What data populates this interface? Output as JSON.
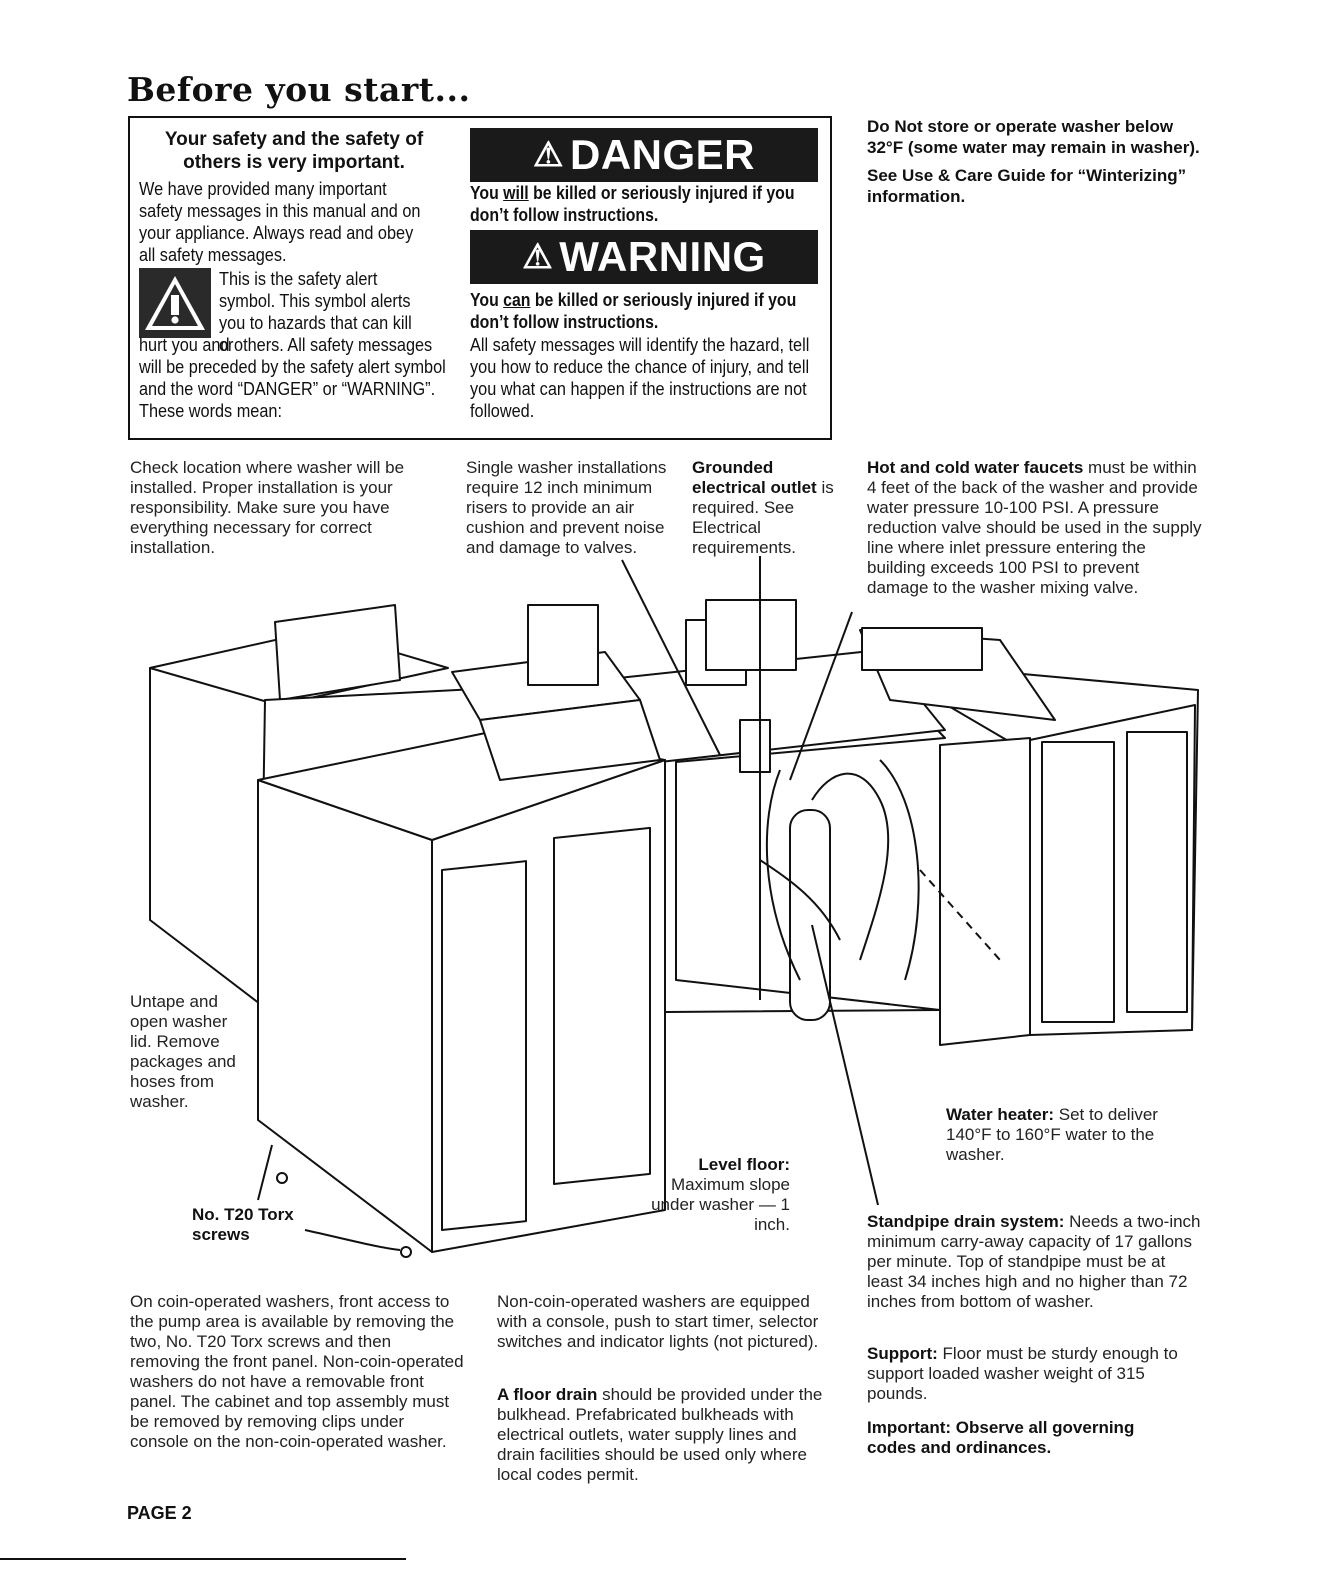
{
  "title": "Before you start...",
  "safety_box": {
    "heading": "Your safety and the safety of others is very important.",
    "intro": "We have provided many important safety messages in this manual and on your appliance. Always read and obey all safety messages.",
    "symbol_text": "This is the safety alert symbol. This symbol alerts you to hazards that can kill or",
    "symbol_text_cont": "hurt you and others. All safety messages will be preceded by the safety alert symbol and the word “DANGER” or “WARNING”. These words mean:",
    "danger_label": "DANGER",
    "danger_text_pre": "You ",
    "danger_text_key": "will",
    "danger_text_post": " be killed or seriously injured if you don’t follow instructions.",
    "warning_label": "WARNING",
    "warning_text_pre": "You ",
    "warning_text_key": "can",
    "warning_text_post": " be killed or seriously injured if you don’t follow instructions.",
    "all_messages": "All safety messages will identify the hazard, tell you how to reduce the chance of injury, and tell you what can happen if the instructions are not followed."
  },
  "right_top": {
    "p1": "Do Not store or operate washer below 32°F (some water may remain in washer).",
    "p2": "See Use & Care Guide for “Winterizing” information."
  },
  "callouts": {
    "check_location": "Check location where washer will be installed. Proper installation is your responsibility. Make sure you have everything necessary for correct installation.",
    "single_washer": "Single washer installations require 12 inch minimum risers to provide an air cushion and prevent noise and damage to valves.",
    "grounded_bold": "Grounded electrical outlet",
    "grounded_text": " is required. See Electrical requirements.",
    "faucets_bold": "Hot and cold water faucets",
    "faucets_text": " must be within 4 feet of the back of the washer and provide water pressure 10-100 PSI. A pressure reduction valve should be used in the supply line where inlet pressure entering the building exceeds 100 PSI to prevent damage to the washer mixing valve.",
    "untape": "Untape and open washer lid. Remove packages and hoses from washer.",
    "torx": "No. T20 Torx screws",
    "level_bold": "Level floor:",
    "level_text": "Maximum slope under washer — 1 inch.",
    "heater_bold": "Water heater:",
    "heater_text": " Set to deliver 140°F to 160°F water to the washer.",
    "standpipe_bold": "Standpipe drain system:",
    "standpipe_text": " Needs a two-inch minimum carry-away capacity of 17 gallons per minute. Top of standpipe must be at least 34 inches high and no higher than 72 inches from bottom of washer.",
    "support_bold": "Support:",
    "support_text": " Floor must be sturdy enough to support loaded washer weight of 315 pounds.",
    "important": "Important: Observe all governing codes and ordinances."
  },
  "bottom": {
    "coin_operated": "On coin-operated washers, front access to the pump area is available by removing the two, No. T20 Torx screws and then removing the front panel. Non-coin-operated washers do not have a removable front panel. The cabinet and top assembly must be removed by removing clips under console on the non-coin-operated washer.",
    "non_coin": "Non-coin-operated washers are equipped with a console, push to start timer, selector switches and indicator lights (not pictured).",
    "floor_drain_bold": "A floor drain",
    "floor_drain_text": " should be provided under the bulkhead. Prefabricated bulkheads with electrical outlets, water supply lines and drain facilities should be used only where local codes permit."
  },
  "page_number": "PAGE 2"
}
